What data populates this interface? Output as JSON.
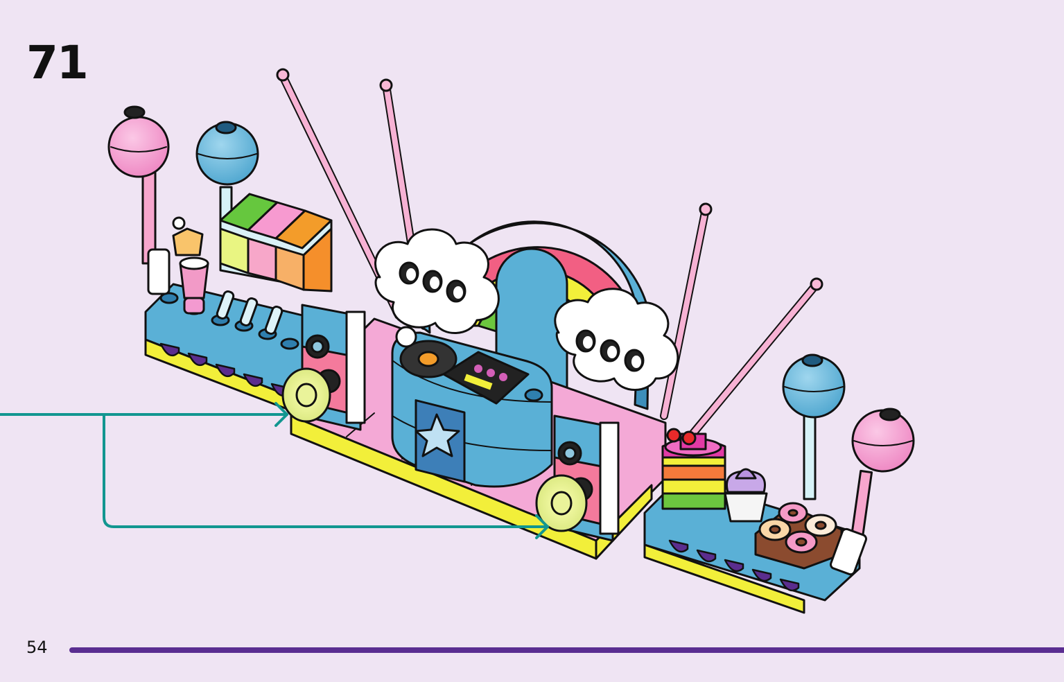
{
  "step": {
    "number": "71"
  },
  "page": {
    "number": "54"
  },
  "colors": {
    "background": "#efe4f3",
    "progress": "#5a2d91",
    "callout_arrow": "#129690",
    "pink": "#f58fc8",
    "blue": "#5ab0d6",
    "yellow": "#f2ef3a",
    "purple": "#5b2d8e"
  },
  "illustration": {
    "subject": "lego-party-stage",
    "callout_arrow_count": 2
  }
}
